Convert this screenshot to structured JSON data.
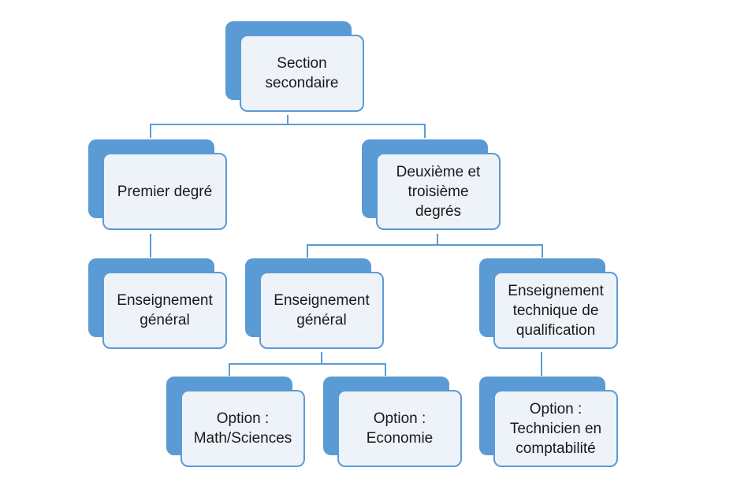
{
  "diagram": {
    "nodes": {
      "root": {
        "label": "Section\nsecondaire"
      },
      "premier": {
        "label": "Premier degré"
      },
      "deuxieme": {
        "label": "Deuxième et\ntroisième\ndegrés"
      },
      "general_left": {
        "label": "Enseignement\ngénéral"
      },
      "general_mid": {
        "label": "Enseignement\ngénéral"
      },
      "technique": {
        "label": "Enseignement\ntechnique de\nqualification"
      },
      "opt_math": {
        "label": "Option :\nMath/Sciences"
      },
      "opt_eco": {
        "label": "Option :\nEconomie"
      },
      "opt_compta": {
        "label": "Option :\nTechnicien en\ncomptabilité"
      }
    },
    "colors": {
      "box_fill": "#5b9bd5",
      "box_front": "#eef3fa",
      "connector": "#5b9bd5",
      "text": "#1a1a1a"
    }
  }
}
